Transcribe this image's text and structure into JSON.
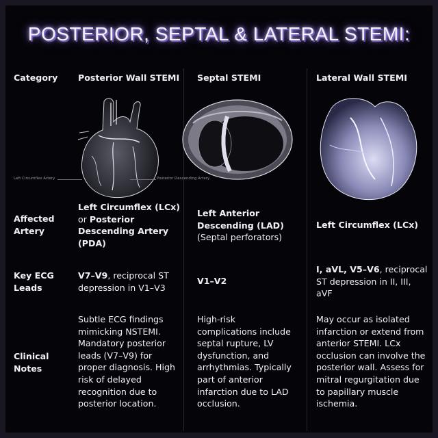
{
  "title": "POSTERIOR, SEPTAL & LATERAL STEMI:",
  "header": {
    "category": "Category",
    "posterior": "Posterior Wall STEMI",
    "septal": "Septal STEMI",
    "lateral": "Lateral Wall STEMI"
  },
  "labels": {
    "left_circumflex_artery": "Left Circumflex Artery",
    "posterior_descending_artery": "Posterior Descending Artery"
  },
  "rows": {
    "artery": {
      "label_line1": "Affected",
      "label_line2": "Artery",
      "posterior_b1": "Left Circumflex (LCx)",
      "posterior_t1": "or ",
      "posterior_b2": "Posterior",
      "posterior_b3": "Descending Artery",
      "posterior_b4": "(PDA)",
      "septal_b1": "Left Anterior",
      "septal_b2": "Descending (LAD)",
      "septal_t1": "(Septal perforators)",
      "lateral_b1": "Left Circumflex (LCx)"
    },
    "ecg": {
      "label_line1": "Key ECG",
      "label_line2": "Leads",
      "posterior_b": "V7–V9",
      "posterior_t1": ", reciprocal ST",
      "posterior_t2": "depression in V1–V3",
      "septal_b": "V1–V2",
      "lateral_b": "I, aVL, V5–V6",
      "lateral_t1": ", reciprocal",
      "lateral_t2": "ST depression in II, III,",
      "lateral_t3": "aVF"
    },
    "notes": {
      "label_line1": "Clinical",
      "label_line2": "Notes",
      "posterior": [
        "Subtle ECG findings",
        "mimicking NSTEMI.",
        "Mandatory posterior",
        "leads (V7–V9) for",
        "proper diagnosis. High",
        "risk of delayed",
        "recognition due to",
        "posterior location."
      ],
      "septal": [
        "High-risk",
        "complications include",
        "septal rupture, LV",
        "dysfunction, and",
        "arrhythmias. Typically",
        "part of anterior",
        "infarction due to LAD",
        "occlusion."
      ],
      "lateral": [
        "May occur as isolated",
        "infarction or extend from",
        "anterior STEMI. LCx",
        "occlusion can involve the",
        "posterior wall. Assess for",
        "mitral regurgitation due",
        "to papillary muscle",
        "ischemia."
      ]
    }
  },
  "colors": {
    "background": "#050408",
    "text": "#f2f0f6",
    "title_glow": "#8a6cff"
  }
}
